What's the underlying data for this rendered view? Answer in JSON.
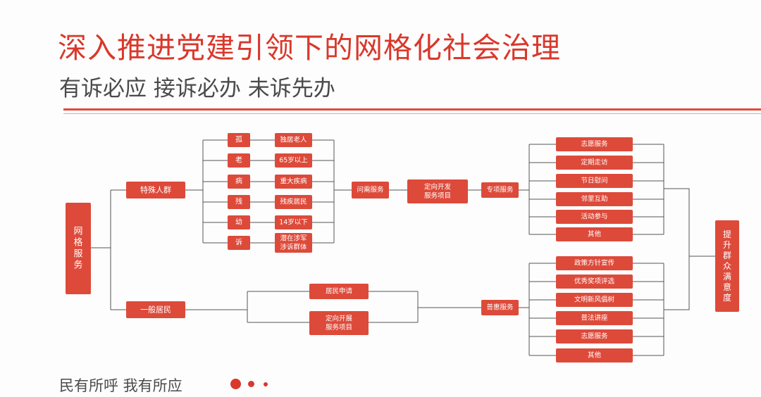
{
  "title": "深入推进党建引领下的网格化社会治理",
  "subtitle": "有诉必应   接诉必办  未诉先办",
  "footer": "民有所呼   我有所应",
  "colors": {
    "accent": "#d9382c",
    "box": "#dd4a3a",
    "line": "#555555",
    "text": "#4a4a4a"
  },
  "diagram": {
    "root": "网格服务",
    "special": {
      "label": "特殊人群",
      "categories": [
        "孤",
        "老",
        "病",
        "残",
        "幼",
        "诉"
      ],
      "groups": [
        "独居老人",
        "65岁以上",
        "重大疾病",
        "残疾居民",
        "14岁以下",
        "潜在涉军涉诉群体"
      ],
      "ask": "问需服务",
      "targeted": "定向开发服务项目",
      "service": "专项服务",
      "items": [
        "志愿服务",
        "定期走访",
        "节日慰问",
        "邻里互助",
        "活动参与",
        "其他"
      ]
    },
    "general": {
      "label": "一般居民",
      "paths": [
        "居民申请",
        "定向开展服务项目"
      ],
      "service": "普惠服务",
      "items": [
        "政策方针宣传",
        "优秀奖项评选",
        "文明新风倡树",
        "普法讲座",
        "志愿服务",
        "其他"
      ]
    },
    "goal": "提升群众满意度"
  }
}
